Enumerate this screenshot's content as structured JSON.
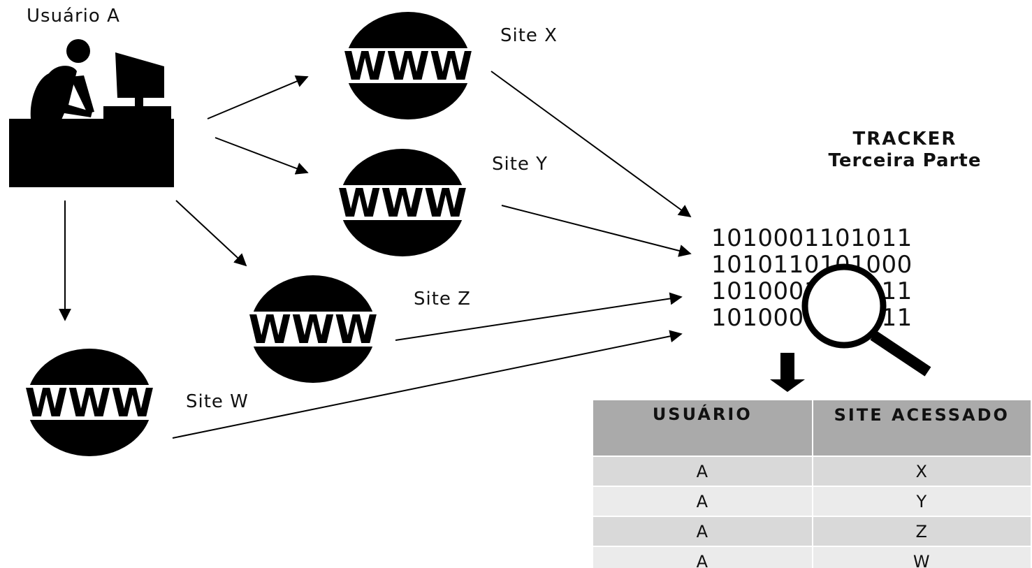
{
  "user": {
    "label": "Usuário A",
    "icon": "user-at-computer-icon"
  },
  "sites": [
    {
      "key": "x",
      "label": "Site X"
    },
    {
      "key": "y",
      "label": "Site Y"
    },
    {
      "key": "z",
      "label": "Site Z"
    },
    {
      "key": "w",
      "label": "Site W"
    }
  ],
  "globe_text": "WWW",
  "tracker": {
    "title": "TRACKER",
    "subtitle": "Terceira Parte"
  },
  "binary_lines": [
    "1010001101011",
    "1010110101000",
    "1010001101011",
    "1010001101011"
  ],
  "table": {
    "headers": [
      "USUÁRIO",
      "SITE ACESSADO"
    ],
    "rows": [
      [
        "A",
        "X"
      ],
      [
        "A",
        "Y"
      ],
      [
        "A",
        "Z"
      ],
      [
        "A",
        "W"
      ]
    ]
  },
  "colors": {
    "ink": "#000000",
    "header_bg": "#aaaaaa",
    "row_dark": "#d9d9d9",
    "row_light": "#ebebeb"
  }
}
